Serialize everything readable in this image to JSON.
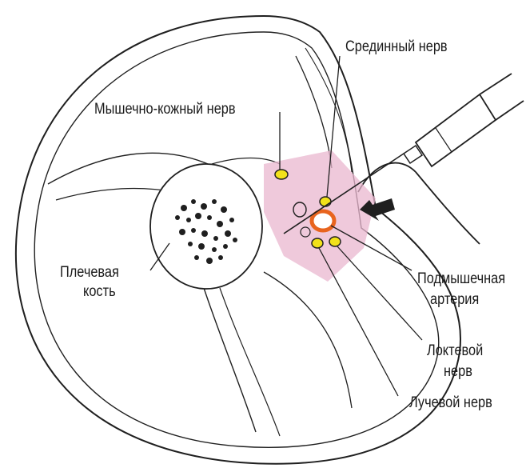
{
  "labels": {
    "median_nerve": "Срединный нерв",
    "musculocutaneous_nerve": "Мышечно-кожный нерв",
    "humerus_line1": "Плечевая",
    "humerus_line2": "кость",
    "axillary_artery_line1": "Подмышечная",
    "axillary_artery_line2": "артерия",
    "ulnar_nerve_line1": "Локтевой",
    "ulnar_nerve_line2": "нерв",
    "radial_nerve": "Лучевой нерв"
  },
  "colors": {
    "outline": "#1f1f1f",
    "highlight_zone": "#e9b7cf",
    "nerve_yellow": "#f2e21a",
    "artery_orange": "#e8641e"
  },
  "icons": {
    "needle_direction": "arrow-icon",
    "syringe": "syringe-icon"
  }
}
